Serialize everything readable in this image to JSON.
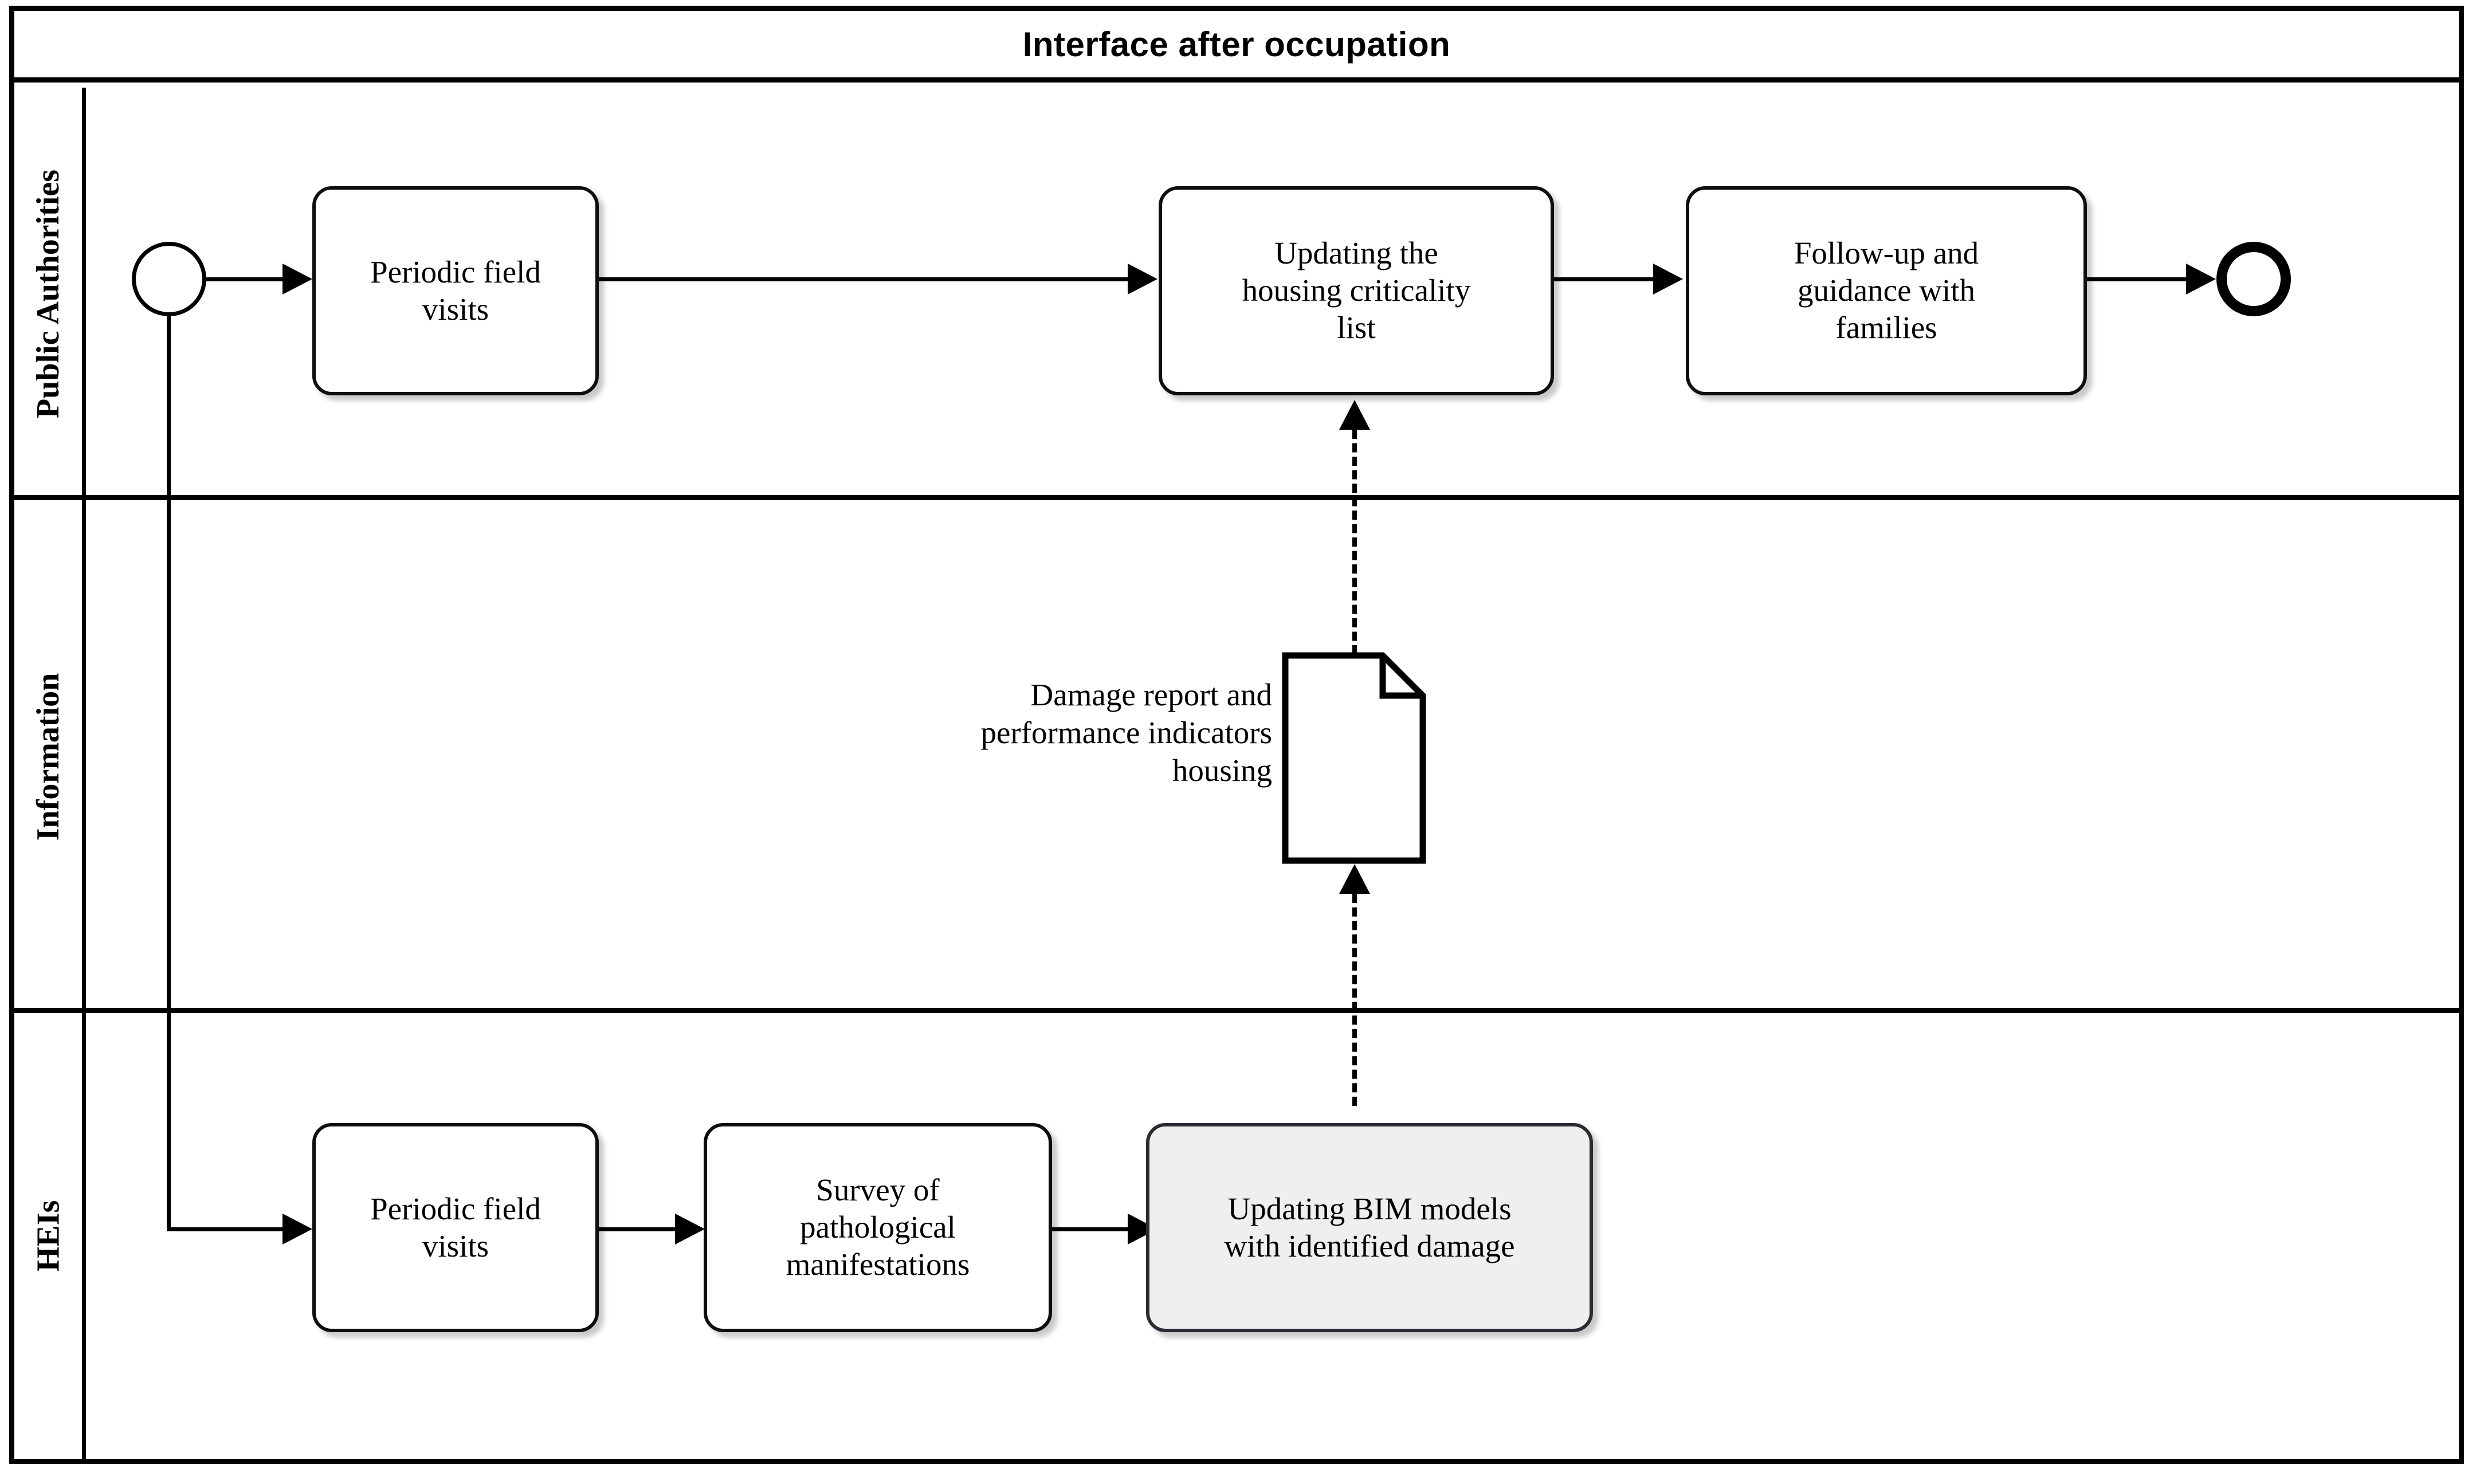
{
  "pool": {
    "title": "Interface after occupation"
  },
  "lanes": [
    {
      "id": "public-authorities",
      "label": "Public Authorities"
    },
    {
      "id": "information",
      "label": "Information"
    },
    {
      "id": "heis",
      "label": "HEIs"
    }
  ],
  "nodes": {
    "start_event": {
      "type": "start-event",
      "label": ""
    },
    "end_event": {
      "type": "end-event",
      "label": ""
    },
    "pa_task_1": {
      "type": "task",
      "label": "Periodic field\nvisits"
    },
    "pa_task_2": {
      "type": "task",
      "label": "Updating the\nhousing criticality\nlist"
    },
    "pa_task_3": {
      "type": "task",
      "label": "Follow-up and\nguidance with\nfamilies"
    },
    "info_doc": {
      "type": "data-object",
      "label": "Damage report and\nperformance indicators\nhousing"
    },
    "hei_task_1": {
      "type": "task",
      "label": "Periodic field\nvisits"
    },
    "hei_task_2": {
      "type": "task",
      "label": "Survey of\npathological\nmanifestations"
    },
    "hei_task_3": {
      "type": "task",
      "label": "Updating BIM models\nwith identified damage",
      "shaded": true
    }
  },
  "colors": {
    "stroke": "#000000",
    "task_fill": "#ffffff",
    "task_shaded_fill": "#efefef",
    "task_border": "#0e0e12",
    "background": "#ffffff"
  }
}
